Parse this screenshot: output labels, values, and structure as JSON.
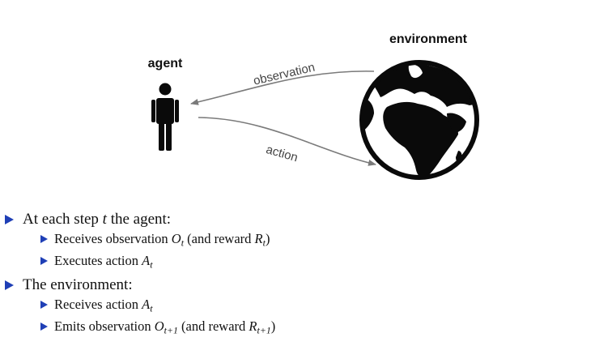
{
  "diagram": {
    "agent_label": "agent",
    "environment_label": "environment",
    "observation_label": "observation",
    "action_label": "action",
    "icons": [
      "person-icon",
      "globe-icon"
    ],
    "arrow_color": "#7a7a7a",
    "label_color": "#444444"
  },
  "bullets": {
    "agent_heading_pre": "At each step ",
    "agent_heading_var": "t",
    "agent_heading_post": " the agent:",
    "agent_items": [
      {
        "pre": "Receives observation ",
        "var": "O",
        "sub": "t",
        "mid": " (and reward ",
        "var2": "R",
        "sub2": "t",
        "post": ")"
      },
      {
        "pre": "Executes action ",
        "var": "A",
        "sub": "t"
      }
    ],
    "env_heading": "The environment:",
    "env_items": [
      {
        "pre": "Receives action ",
        "var": "A",
        "sub": "t"
      },
      {
        "pre": "Emits observation ",
        "var": "O",
        "sub": "t+1",
        "mid": " (and reward ",
        "var2": "R",
        "sub2": "t+1",
        "post": ")"
      }
    ],
    "bullet_color": "#1f3fb6"
  }
}
